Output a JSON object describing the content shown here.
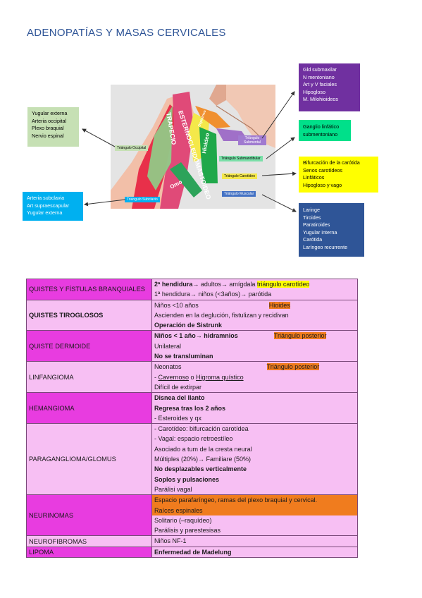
{
  "title": "ADENOPATÍAS Y MASAS CERVICALES",
  "figure": {
    "muscles": {
      "scm": "ESTERNOCLEIDOMASTOIDEO",
      "trapecio": "TRAPECIO",
      "omo": "Omo",
      "hioideo": "Hioideo",
      "digastrico": "Digástrico"
    },
    "labels": {
      "occipital": "Triángulo Occipital",
      "submental": "Triángulo Submental",
      "submandibular": "Triángulo Submandibular",
      "carotideo": "Triángulo Carotídeo",
      "muscular": "Triángulo Muscular",
      "subclavio": "Triángulo Subclavio"
    }
  },
  "callouts": {
    "occipital": [
      "Yugular externa",
      "Arteria occipital",
      "Plexo braquial",
      "Nervio espinal"
    ],
    "subclavio": [
      "Arteria subclavia",
      "Art supraescapular",
      "Yugular externa"
    ],
    "submental": [
      "Gld submaxilar",
      "N mentoniano",
      "Art y V faciales",
      "Hipogloso",
      "M. Milohioideos"
    ],
    "submandibular": [
      "Ganglio linfático",
      "submentoniano"
    ],
    "carotideo": [
      "Bifurcación de la carótida",
      "Senos carotídeos",
      "Linfáticos",
      "Hipogloso y vago"
    ],
    "muscular": [
      "Laringe",
      "Tiroides",
      "Paratiroides",
      "Yugular interna",
      "Carótida",
      "Laríngeo recurrente"
    ]
  },
  "colors": {
    "green_box": "#c6e0b4",
    "blue_box": "#00b0f0",
    "purple_box": "#7030a0",
    "teal_box": "#00e08a",
    "yellow_box": "#ffff00",
    "navy_box": "#2f5597",
    "row_name": "#e83ce0",
    "row_content": "#f7bff3",
    "hl_yellow": "#ffff00",
    "hl_orange": "#f07c1e"
  },
  "table": {
    "r1": {
      "name": "QUISTES Y FÍSTULAS BRANQUIALES",
      "l1a": "2ª hendidura",
      "l1b": "→ adultos→ amígdala ",
      "l1c": "triángulo carotídeo",
      "l2": "1ª hendidura→ niños (<3años)→ parótida"
    },
    "r2": {
      "name": "QUISTES TIROGLOSOS",
      "l1": "Niños <10 años",
      "l1h": "Hioides",
      "l2": "Ascienden en la deglución, fistulizan y recidivan",
      "l3": "Operación de Sistrunk"
    },
    "r3": {
      "name": "QUISTE DERMOIDE",
      "l1": "Niños < 1 año→ hidramnios",
      "l1h": "Triángulo posterior",
      "l2": "Unilateral",
      "l3": "No se transluminan"
    },
    "r4": {
      "name": "LINFANGIOMA",
      "l1": "Neonatos",
      "l1h": "Triángulo posterior",
      "l2a": "- ",
      "l2b": "Cavernoso",
      "l2c": " o ",
      "l2d": "Higroma quístico",
      "l3": "Difícil de extirpar"
    },
    "r5": {
      "name": "HEMANGIOMA",
      "l1": "Disnea del llanto",
      "l2": "Regresa tras los 2 años",
      "l3": "- Esteroides y qx"
    },
    "r6": {
      "name": "PARAGANGLIOMA/GLOMUS",
      "l1": "- Carotídeo: bifurcación carotídea",
      "l2": "- Vagal: espacio retroestíleo",
      "l3": "Asociado a tum de la cresta neural",
      "l4": "Múltiples (20%)→ Familiare (50%)",
      "l5": "No desplazables verticalmente",
      "l6": "Soplos y pulsaciones",
      "l7": "Parálisi vagal"
    },
    "r7": {
      "name": "NEURINOMAS",
      "l1": "Espacio parafaríngeo, ramas del plexo braquial y cervical.",
      "l2": "Raíces espinales",
      "l3": "Solitario (–raquídeo)",
      "l4": "Parálisis y parestesisas"
    },
    "r8": {
      "name": "NEUROFIBROMAS",
      "l1": "Niños NF-1"
    },
    "r9": {
      "name": "LIPOMA",
      "l1": "Enfermedad de Madelung"
    }
  }
}
